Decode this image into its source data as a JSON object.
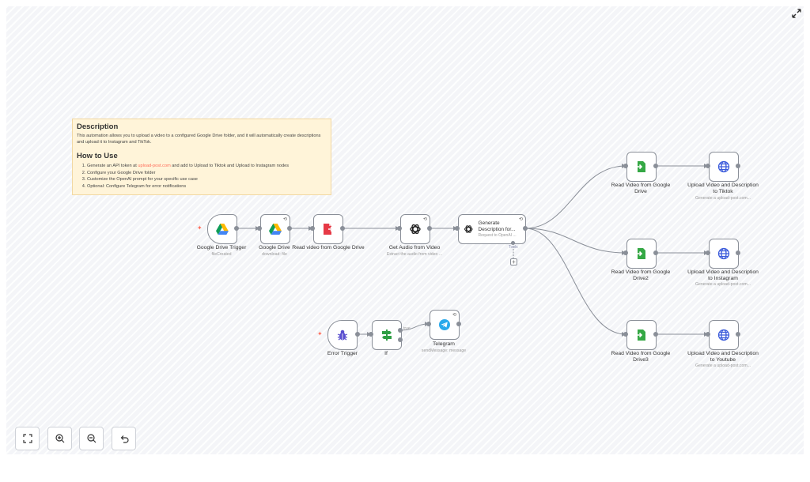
{
  "note": {
    "description_title": "Description",
    "description_text": "This automation allows you to upload a video to a configured Google Drive folder, and it will automatically create descriptions and upload it to Instagram and TikTok.",
    "howto_title": "How to Use",
    "step1_prefix": "Generate an API token at ",
    "step1_link": "upload-post.com",
    "step1_suffix": " and add to Upload to Tiktok and Upload to Instagram nodes",
    "step2": "Configure your Google Drive folder",
    "step3": "Customize the OpenAI prompt for your specific use case",
    "step4": "Optional: Configure Telegram for error notifications"
  },
  "nodes": {
    "gdrive_trigger": {
      "label": "Google Drive Trigger",
      "sub": "fileCreated",
      "icon": "google-drive-icon"
    },
    "gdrive": {
      "label": "Google Drive",
      "sub": "download: file",
      "icon": "google-drive-icon"
    },
    "read_video": {
      "label": "Read video from Google Drive",
      "icon": "read-file-icon"
    },
    "get_audio": {
      "label": "Get Audio from Video",
      "sub": "Extract the audio from video ...",
      "icon": "openai-icon"
    },
    "generate_desc": {
      "title": "Generate Description for...",
      "sub": "Request to OpenAI ...",
      "icon": "openai-icon",
      "tools_label": "Tools"
    },
    "read_video1": {
      "label": "Read Video from Google Drive",
      "icon": "read-file-icon"
    },
    "upload_tiktok": {
      "label": "Upload Video and Description to Tiktok",
      "sub": "Generate a upload-post.com...",
      "icon": "globe-icon"
    },
    "read_video2": {
      "label": "Read Video from Google Drive2",
      "icon": "read-file-icon"
    },
    "upload_instagram": {
      "label": "Upload Video and Description to Instagram",
      "sub": "Generate a upload-post.com...",
      "icon": "globe-icon"
    },
    "read_video3": {
      "label": "Read Video from Google Drive3",
      "icon": "read-file-icon"
    },
    "upload_youtube": {
      "label": "Upload Video and Description to Youtube",
      "sub": "Generate a upload-post.com...",
      "icon": "globe-icon"
    },
    "error_trigger": {
      "label": "Error Trigger",
      "icon": "bug-icon"
    },
    "if": {
      "label": "If",
      "icon": "signpost-icon",
      "true_label": "true"
    },
    "telegram": {
      "label": "Telegram",
      "sub": "sendMessage: message",
      "icon": "telegram-icon"
    }
  },
  "controls": {
    "fit_view": "fit-view-icon",
    "zoom_in": "zoom-in-icon",
    "zoom_out": "zoom-out-icon",
    "reset": "undo-icon"
  },
  "colors": {
    "accent": "#ff6d5a",
    "note_bg": "#fff4d9",
    "edge": "#8a8f98"
  }
}
